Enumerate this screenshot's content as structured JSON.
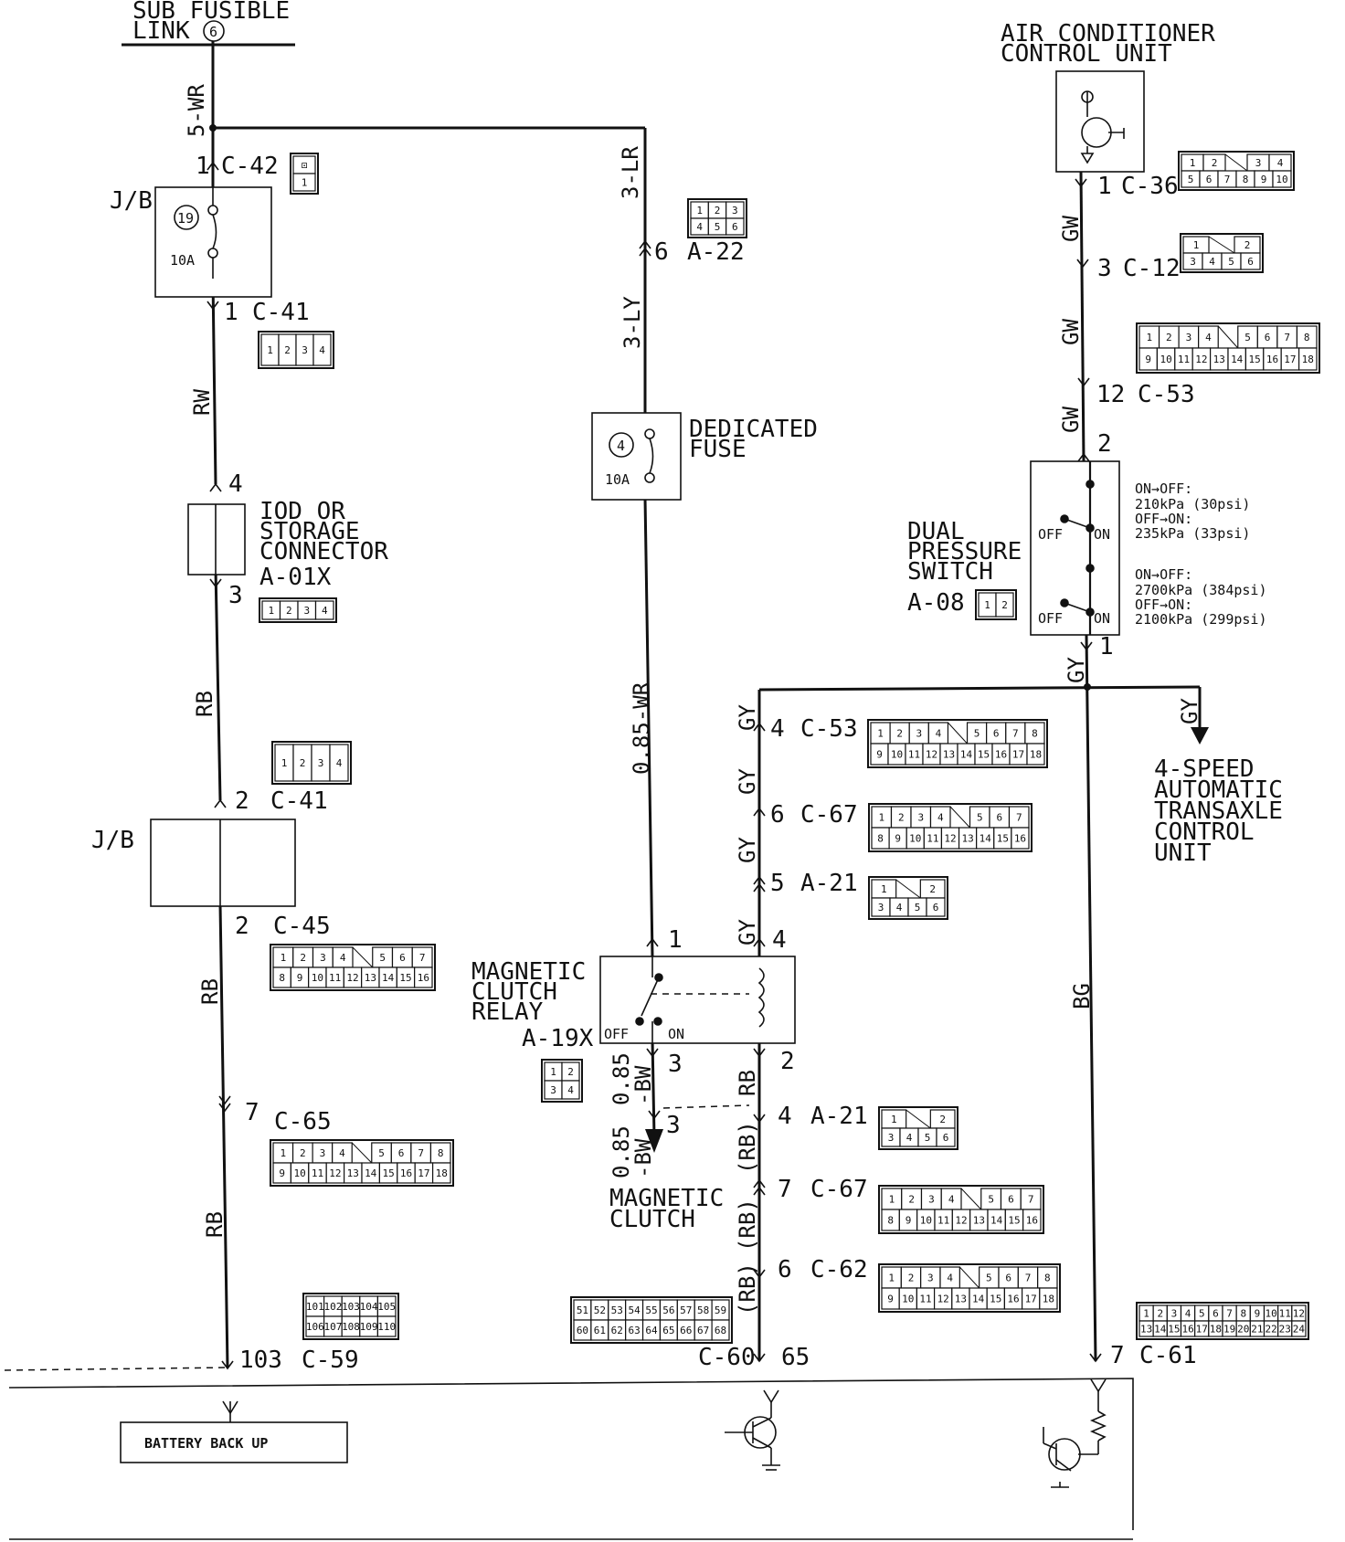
{
  "top_left": {
    "line1": "SUB FUSIBLE",
    "line2": "LINK",
    "link_num": "6"
  },
  "ac_unit": {
    "line1": "AIR CONDITIONER",
    "line2": "CONTROL UNIT"
  },
  "wires": {
    "w_5wr": "5-WR",
    "w_3lr": "3-LR",
    "w_3ly": "3-LY",
    "w_rw": "RW",
    "w_rb1": "RB",
    "w_rb2": "RB",
    "w_rb3": "RB",
    "w_085wr": "0.85-WR",
    "w_gw1": "GW",
    "w_gw2": "GW",
    "w_gw3": "GW",
    "w_gy_sw": "GY",
    "w_gy_right": "GY",
    "w_gy1": "GY",
    "w_gy2": "GY",
    "w_gy3": "GY",
    "w_gy4": "GY",
    "w_rb_mid": "RB",
    "w_rb_p1": "(RB)",
    "w_rb_p2": "(RB)",
    "w_rb_p3": "(RB)",
    "w_bw_a": "0.85",
    "w_bw_b": "-BW",
    "w_bw_c": "0.85",
    "w_bw_d": "-BW",
    "w_bg": "BG"
  },
  "left_column": {
    "c42_pin": "1",
    "c42": "C-42",
    "jb1": "J/B",
    "fuse19": "19",
    "fuse19_amp": "10A",
    "c41a_pin": "1",
    "c41a": "C-41",
    "iod_pin_top": "4",
    "iod_line1": "IOD OR",
    "iod_line2": "STORAGE",
    "iod_line3": "CONNECTOR",
    "iod_code": "A-01X",
    "iod_pin_bot": "3",
    "c41b_pin": "2",
    "c41b": "C-41",
    "jb2": "J/B",
    "c45_pin": "2",
    "c45": "C-45",
    "c65_pin": "7",
    "c65": "C-65",
    "c59_pin": "103",
    "c59": "C-59",
    "battery": "BATTERY BACK UP"
  },
  "middle_column": {
    "a22_pin": "6",
    "a22": "A-22",
    "fuse4": "4",
    "fuse4_amp": "10A",
    "ded_line1": "DEDICATED",
    "ded_line2": "FUSE",
    "relay_line1": "MAGNETIC",
    "relay_line2": "CLUTCH",
    "relay_line3": "RELAY",
    "relay_code": "A-19X",
    "relay_off": "OFF",
    "relay_on": "ON",
    "relay_pin1": "1",
    "relay_pin3": "3",
    "relay_pin3b": "3",
    "relay_pin4": "4",
    "relay_pin2": "2",
    "mc_line1": "MAGNETIC",
    "mc_line2": "CLUTCH",
    "c53b_pin": "4",
    "c53b": "C-53",
    "c67a_pin": "6",
    "c67a": "C-67",
    "a21a_pin": "5",
    "a21a": "A-21",
    "a21b_pin": "4",
    "a21b": "A-21",
    "c67b_pin": "7",
    "c67b": "C-67",
    "c62_pin": "6",
    "c62": "C-62",
    "c60": "C-60",
    "c60_pin": "65"
  },
  "right_column": {
    "c36_pin": "1",
    "c36": "C-36",
    "c12_pin": "3",
    "c12": "C-12",
    "c53a_pin": "12",
    "c53a": "C-53",
    "sw_pin_top": "2",
    "sw_pin_bot": "1",
    "dual_line1": "DUAL",
    "dual_line2": "PRESSURE",
    "dual_line3": "SWITCH",
    "dual_code": "A-08",
    "sw_off1": "OFF",
    "sw_on1": "ON",
    "sw_off2": "OFF",
    "sw_on2": "ON",
    "p1_line1": "ON→OFF:",
    "p1_line2": "210kPa (30psi)",
    "p1_line3": "OFF→ON:",
    "p1_line4": "235kPa (33psi)",
    "p2_line1": "ON→OFF:",
    "p2_line2": "2700kPa (384psi)",
    "p2_line3": "OFF→ON:",
    "p2_line4": "2100kPa (299psi)",
    "tcu_line1": "4-SPEED",
    "tcu_line2": "AUTOMATIC",
    "tcu_line3": "TRANSAXLE",
    "tcu_line4": "CONTROL",
    "tcu_line5": "UNIT",
    "c61_pin": "7",
    "c61": "C-61"
  },
  "connectors": {
    "c42": [
      [
        "⊡"
      ],
      [
        "1"
      ]
    ],
    "a22": [
      [
        "1",
        "2",
        "3"
      ],
      [
        "4",
        "5",
        "6"
      ]
    ],
    "c41a": [
      [
        "1",
        "2",
        "3",
        "4"
      ]
    ],
    "a01x": [
      [
        "1",
        "2",
        "3",
        "4"
      ]
    ],
    "c41b": [
      [
        "1",
        "2",
        "3",
        "4"
      ]
    ],
    "c45": [
      [
        "1",
        "2",
        "3",
        "4",
        "",
        "5",
        "6",
        "7"
      ],
      [
        "8",
        "9",
        "10",
        "11",
        "12",
        "13",
        "14",
        "15",
        "16"
      ]
    ],
    "c65": [
      [
        "1",
        "2",
        "3",
        "4",
        "",
        "5",
        "6",
        "7",
        "8"
      ],
      [
        "9",
        "10",
        "11",
        "12",
        "13",
        "14",
        "15",
        "16",
        "17",
        "18"
      ]
    ],
    "c59": [
      [
        "101",
        "102",
        "103",
        "104",
        "105"
      ],
      [
        "106",
        "107",
        "108",
        "109",
        "110"
      ]
    ],
    "a19x": [
      [
        "1",
        "2"
      ],
      [
        "3",
        "4"
      ]
    ],
    "c60": [
      [
        "51",
        "52",
        "53",
        "54",
        "55",
        "56",
        "57",
        "58",
        "59"
      ],
      [
        "60",
        "61",
        "62",
        "63",
        "64",
        "65",
        "66",
        "67",
        "68"
      ]
    ],
    "c36": [
      [
        "1",
        "2",
        "",
        "3",
        "4"
      ],
      [
        "5",
        "6",
        "7",
        "8",
        "9",
        "10"
      ]
    ],
    "c12": [
      [
        "1",
        "",
        "2"
      ],
      [
        "3",
        "4",
        "5",
        "6"
      ]
    ],
    "c53a": [
      [
        "1",
        "2",
        "3",
        "4",
        "",
        "5",
        "6",
        "7",
        "8"
      ],
      [
        "9",
        "10",
        "11",
        "12",
        "13",
        "14",
        "15",
        "16",
        "17",
        "18"
      ]
    ],
    "a08": [
      [
        "1",
        "2"
      ]
    ],
    "c53b": [
      [
        "1",
        "2",
        "3",
        "4",
        "",
        "5",
        "6",
        "7",
        "8"
      ],
      [
        "9",
        "10",
        "11",
        "12",
        "13",
        "14",
        "15",
        "16",
        "17",
        "18"
      ]
    ],
    "c67a": [
      [
        "1",
        "2",
        "3",
        "4",
        "",
        "5",
        "6",
        "7"
      ],
      [
        "8",
        "9",
        "10",
        "11",
        "12",
        "13",
        "14",
        "15",
        "16"
      ]
    ],
    "a21a": [
      [
        "1",
        "",
        "2"
      ],
      [
        "3",
        "4",
        "5",
        "6"
      ]
    ],
    "a21b": [
      [
        "1",
        "",
        "2"
      ],
      [
        "3",
        "4",
        "5",
        "6"
      ]
    ],
    "c67b": [
      [
        "1",
        "2",
        "3",
        "4",
        "",
        "5",
        "6",
        "7"
      ],
      [
        "8",
        "9",
        "10",
        "11",
        "12",
        "13",
        "14",
        "15",
        "16"
      ]
    ],
    "c62": [
      [
        "1",
        "2",
        "3",
        "4",
        "",
        "5",
        "6",
        "7",
        "8"
      ],
      [
        "9",
        "10",
        "11",
        "12",
        "13",
        "14",
        "15",
        "16",
        "17",
        "18"
      ]
    ],
    "c61": [
      [
        "1",
        "2",
        "3",
        "4",
        "5",
        "6",
        "7",
        "8",
        "9",
        "10",
        "11",
        "12"
      ],
      [
        "13",
        "14",
        "15",
        "16",
        "17",
        "18",
        "19",
        "20",
        "21",
        "22",
        "23",
        "24"
      ]
    ]
  }
}
